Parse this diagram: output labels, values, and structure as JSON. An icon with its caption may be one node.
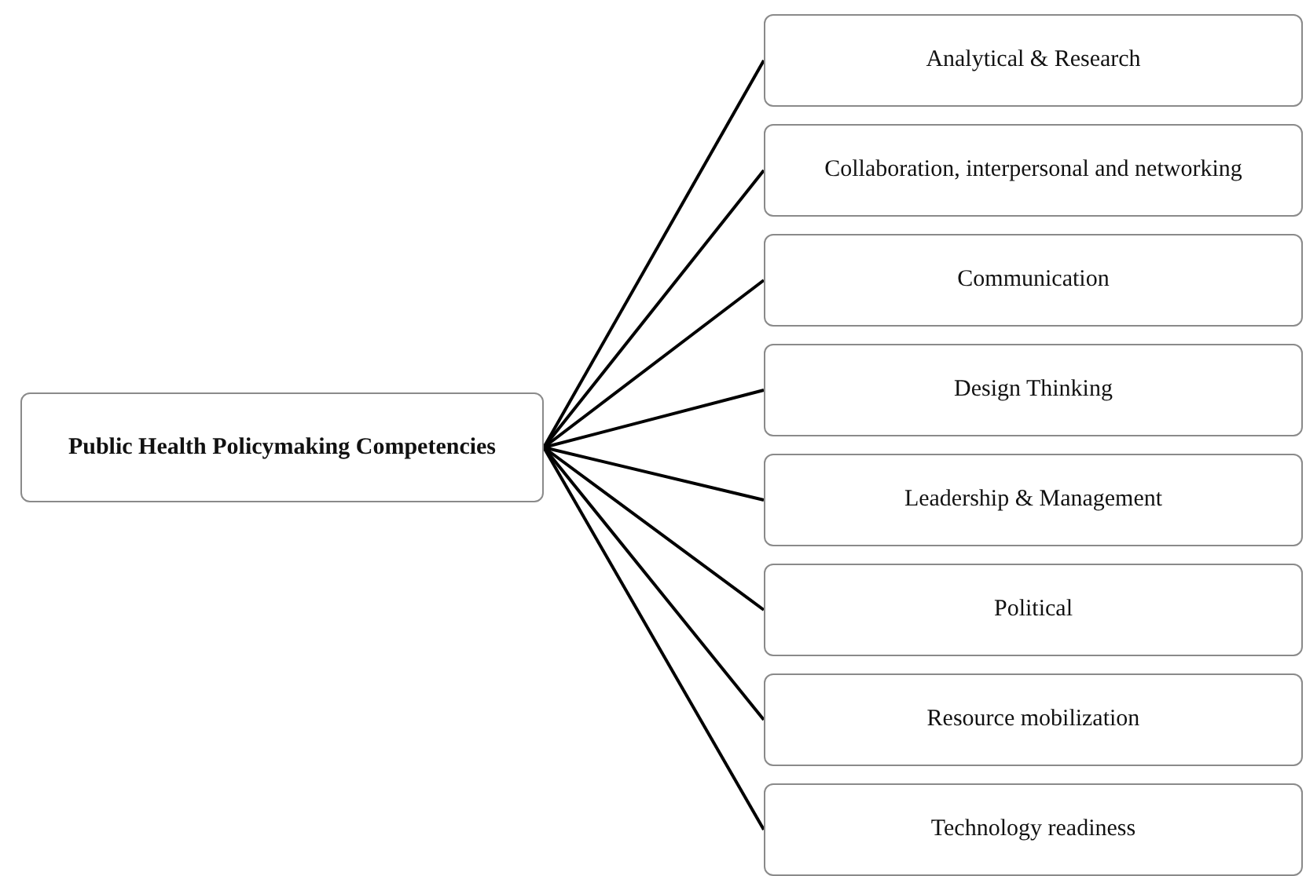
{
  "diagram": {
    "nodes": [
      {
        "text": [
          "Public Health Policymaking Competencies"
        ]
      },
      {
        "text": [
          "Analytical & Research"
        ]
      },
      {
        "text": [
          "Collaboration, interpersonal and networking"
        ]
      },
      {
        "text": [
          "Communication"
        ]
      },
      {
        "text": [
          "Design Thinking"
        ]
      },
      {
        "text": [
          "Leadership & Management"
        ]
      },
      {
        "text": [
          "Political"
        ]
      },
      {
        "text": [
          "Resource mobilization"
        ]
      },
      {
        "text": [
          "Technology readiness"
        ]
      }
    ],
    "edges": [
      {
        "from": 0,
        "to": 1,
        "arrow": "none"
      },
      {
        "from": 0,
        "to": 2,
        "arrow": "none"
      },
      {
        "from": 0,
        "to": 3,
        "arrow": "none"
      },
      {
        "from": 0,
        "to": 4,
        "arrow": "none"
      },
      {
        "from": 0,
        "to": 5,
        "arrow": "none"
      },
      {
        "from": 0,
        "to": 6,
        "arrow": "none"
      },
      {
        "from": 0,
        "to": 7,
        "arrow": "none"
      },
      {
        "from": 0,
        "to": 8,
        "arrow": "none"
      }
    ]
  }
}
